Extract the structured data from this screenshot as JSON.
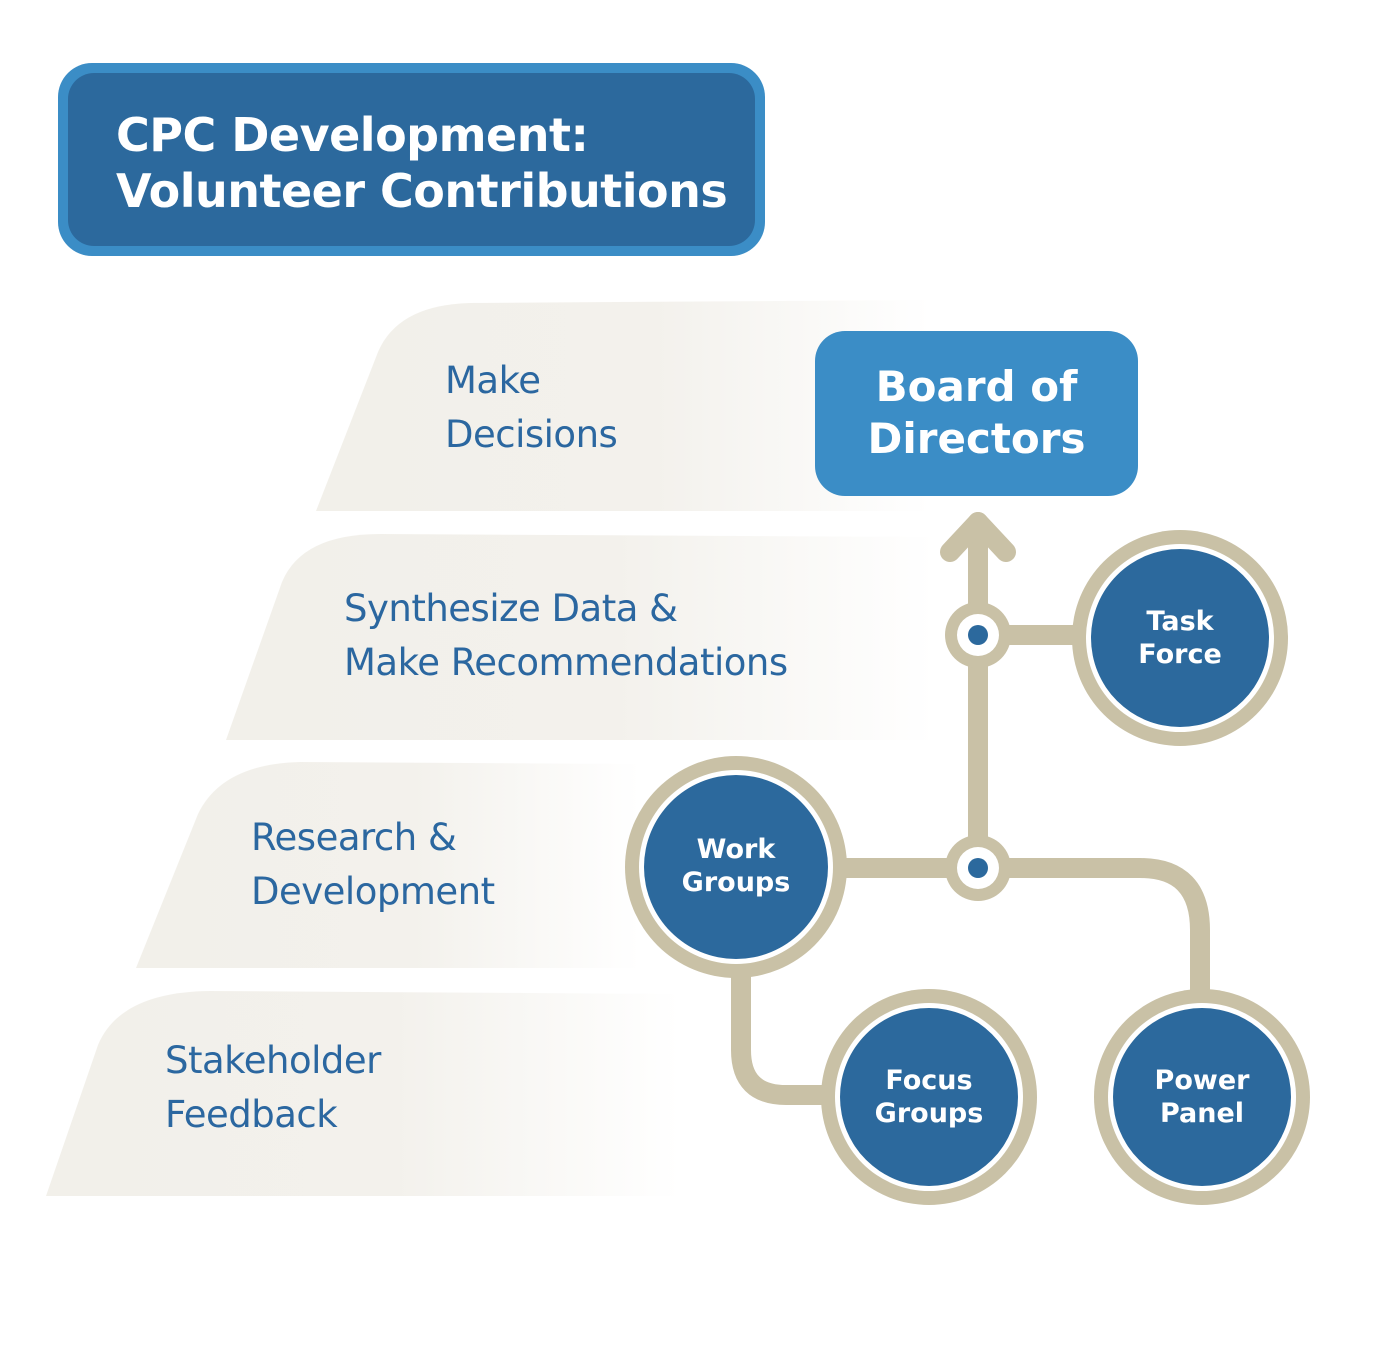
{
  "title": {
    "line1": "CPC Development:",
    "line2": "Volunteer Contributions"
  },
  "steps": [
    {
      "line1": "Make",
      "line2": "Decisions"
    },
    {
      "line1": "Synthesize Data &",
      "line2": "Make Recommendations"
    },
    {
      "line1": "Research &",
      "line2": "Development"
    },
    {
      "line1": "Stakeholder",
      "line2": "Feedback"
    }
  ],
  "board": {
    "line1": "Board of",
    "line2": "Directors"
  },
  "nodes": {
    "task_force": {
      "line1": "Task",
      "line2": "Force"
    },
    "work_groups": {
      "line1": "Work",
      "line2": "Groups"
    },
    "focus_groups": {
      "line1": "Focus",
      "line2": "Groups"
    },
    "power_panel": {
      "line1": "Power",
      "line2": "Panel"
    }
  },
  "colors": {
    "title_outer": "#3b8dc6",
    "title_inner": "#2c699d",
    "board": "#3b8dc6",
    "node_fill": "#2c699d",
    "connector": "#c9c1a6",
    "step_band": "#f2f0eb",
    "step_text": "#2b67a0"
  }
}
